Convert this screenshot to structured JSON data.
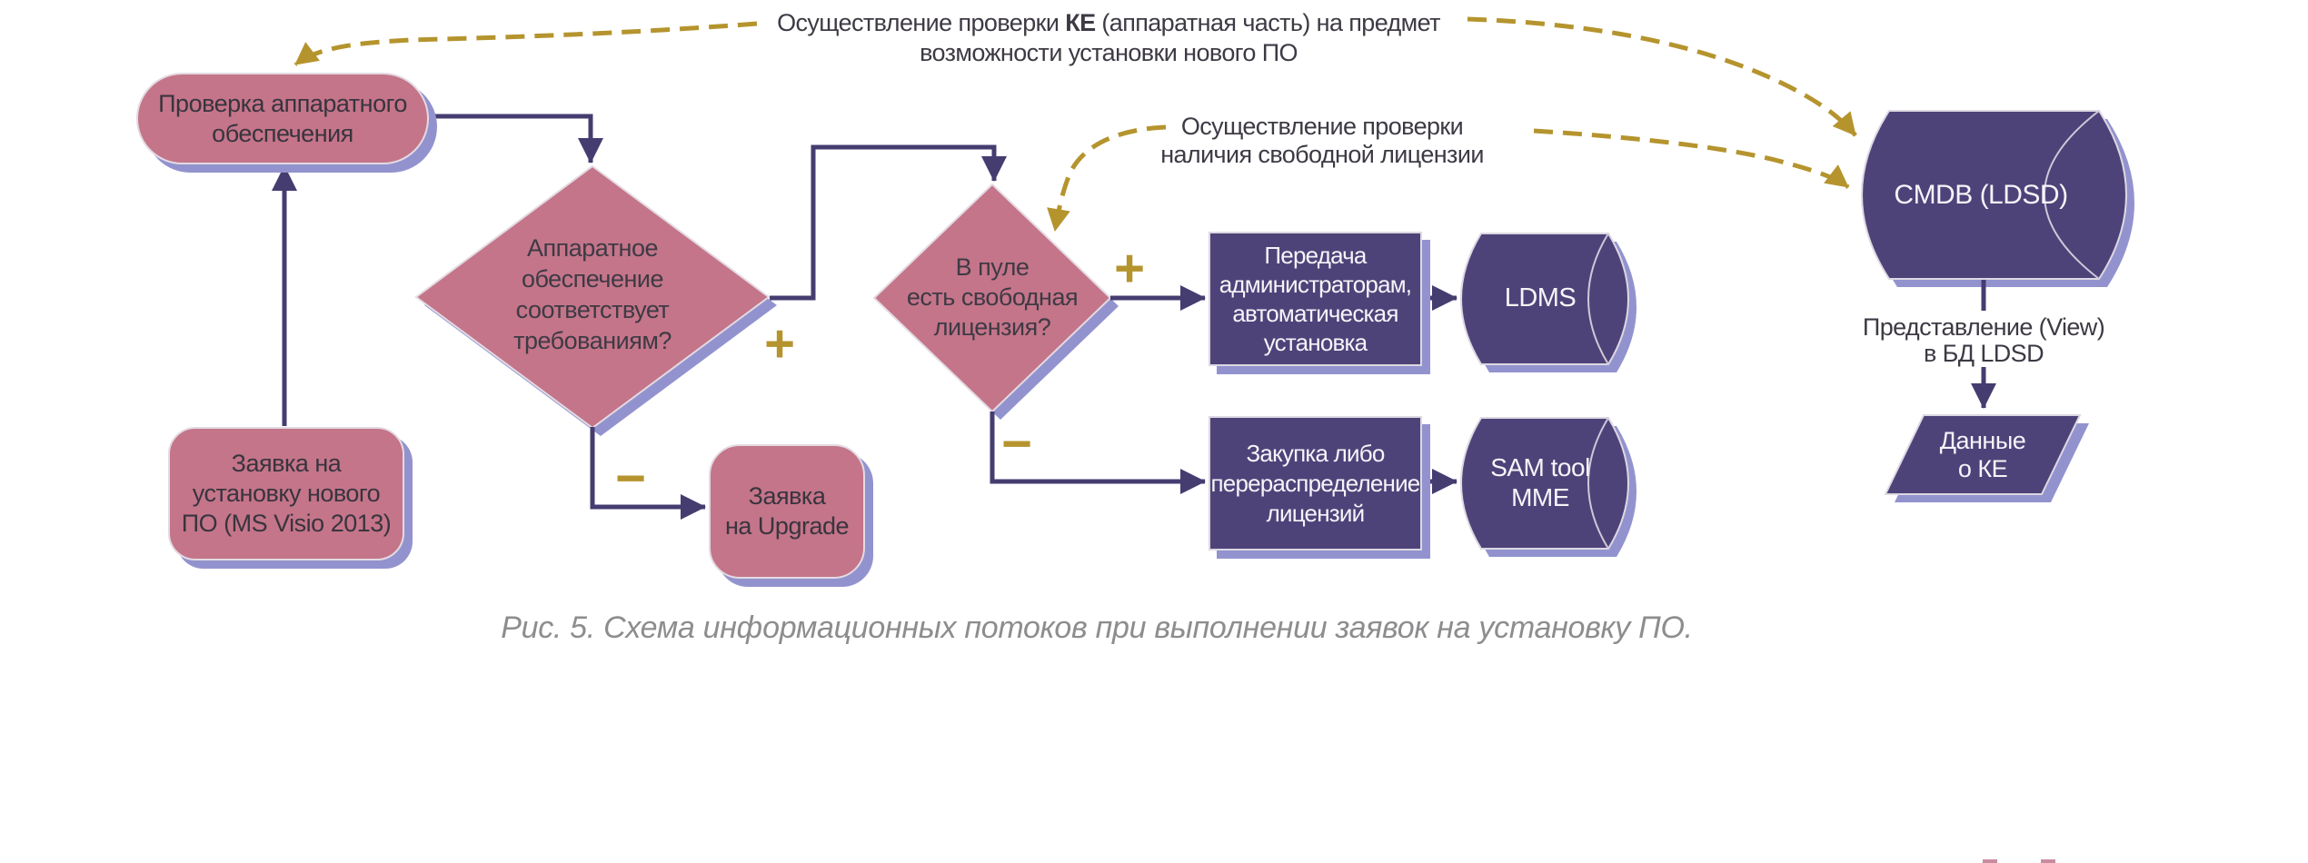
{
  "colors": {
    "shape_pink": "#c4758a",
    "shape_purple": "#4e4379",
    "shape_shadow": "#9293ce",
    "connector": "#453d70",
    "accent_dashed": "#b5942e",
    "text_dark": "#39343e",
    "text_light": "#f6f4f8",
    "caption_gray": "#8d8d8f"
  },
  "annotations": {
    "hw_check": {
      "prefix": "Осуществление проверки ",
      "bold": "КЕ",
      "suffix": " (аппаратная часть) на предмет",
      "line2": "возможности установки нового ПО"
    },
    "license_check": {
      "line1": "Осуществление проверки",
      "line2": "наличия свободной лицензии"
    }
  },
  "nodes": {
    "hw_verify": {
      "line1": "Проверка аппаратного",
      "line2": "обеспечения"
    },
    "request_new": {
      "line1": "Заявка на",
      "line2": "установку нового",
      "line3": "ПО (MS Visio 2013)"
    },
    "hw_meets": {
      "line1": "Аппаратное",
      "line2": "обеспечение",
      "line3": "соответствует",
      "line4": "требованиям?"
    },
    "upgrade": {
      "line1": "Заявка",
      "line2": "на Upgrade"
    },
    "pool": {
      "line1": "В пуле",
      "line2": "есть свободная",
      "line3": "лицензия?"
    },
    "transfer": {
      "line1": "Передача",
      "line2": "администраторам,",
      "line3": "автоматическая",
      "line4": "установка"
    },
    "ldms": {
      "label": "LDMS"
    },
    "purchase": {
      "line1": "Закупка либо",
      "line2": "перераспределение",
      "line3": "лицензий"
    },
    "sam": {
      "line1": "SAM tool",
      "line2": "MME"
    },
    "cmdb": {
      "label": "CMDB (LDSD)"
    },
    "view": {
      "line1": "Представление (View)",
      "line2": "в БД LDSD"
    },
    "ke_data": {
      "line1": "Данные",
      "line2": "о КЕ"
    }
  },
  "signs": {
    "plus": "+",
    "minus": "−"
  },
  "caption": "Рис. 5. Схема информационных потоков при выполнении заявок на установку ПО."
}
